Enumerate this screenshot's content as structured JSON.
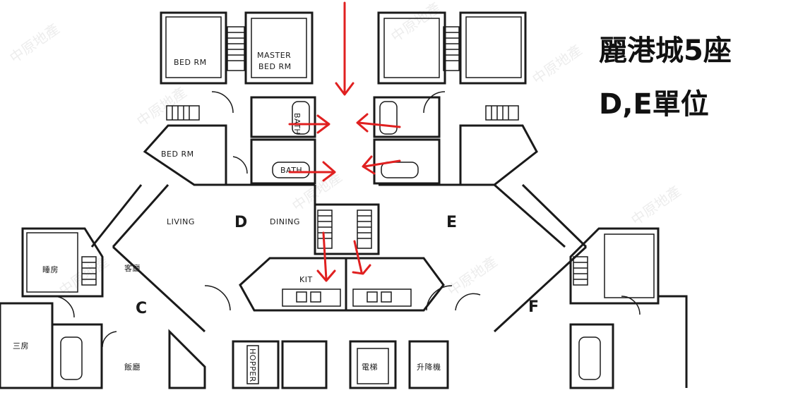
{
  "title": {
    "line1": "麗港城5座",
    "line2": "D,E單位"
  },
  "labels": {
    "bed_rm_1": "BED RM",
    "master_bed_rm_line1": "MASTER",
    "master_bed_rm_line2": "BED RM",
    "bed_rm_2": "BED RM",
    "bath_1": "BATH",
    "bath_2": "BATH",
    "living": "LIVING",
    "dining": "DINING",
    "kit": "KIT",
    "unit_c": "C",
    "unit_d": "D",
    "unit_e": "E",
    "unit_f": "F",
    "c_room_1": "睡房",
    "c_room_2": "客廳",
    "c_room_3": "三房",
    "c_room_4": "飯廳",
    "lift": "電梯",
    "hopper": "HOPPER",
    "lift_lobby": "升降機"
  },
  "colors": {
    "arrows": "#e02020",
    "walls": "#1a1a1a"
  },
  "watermark": "中原地產"
}
